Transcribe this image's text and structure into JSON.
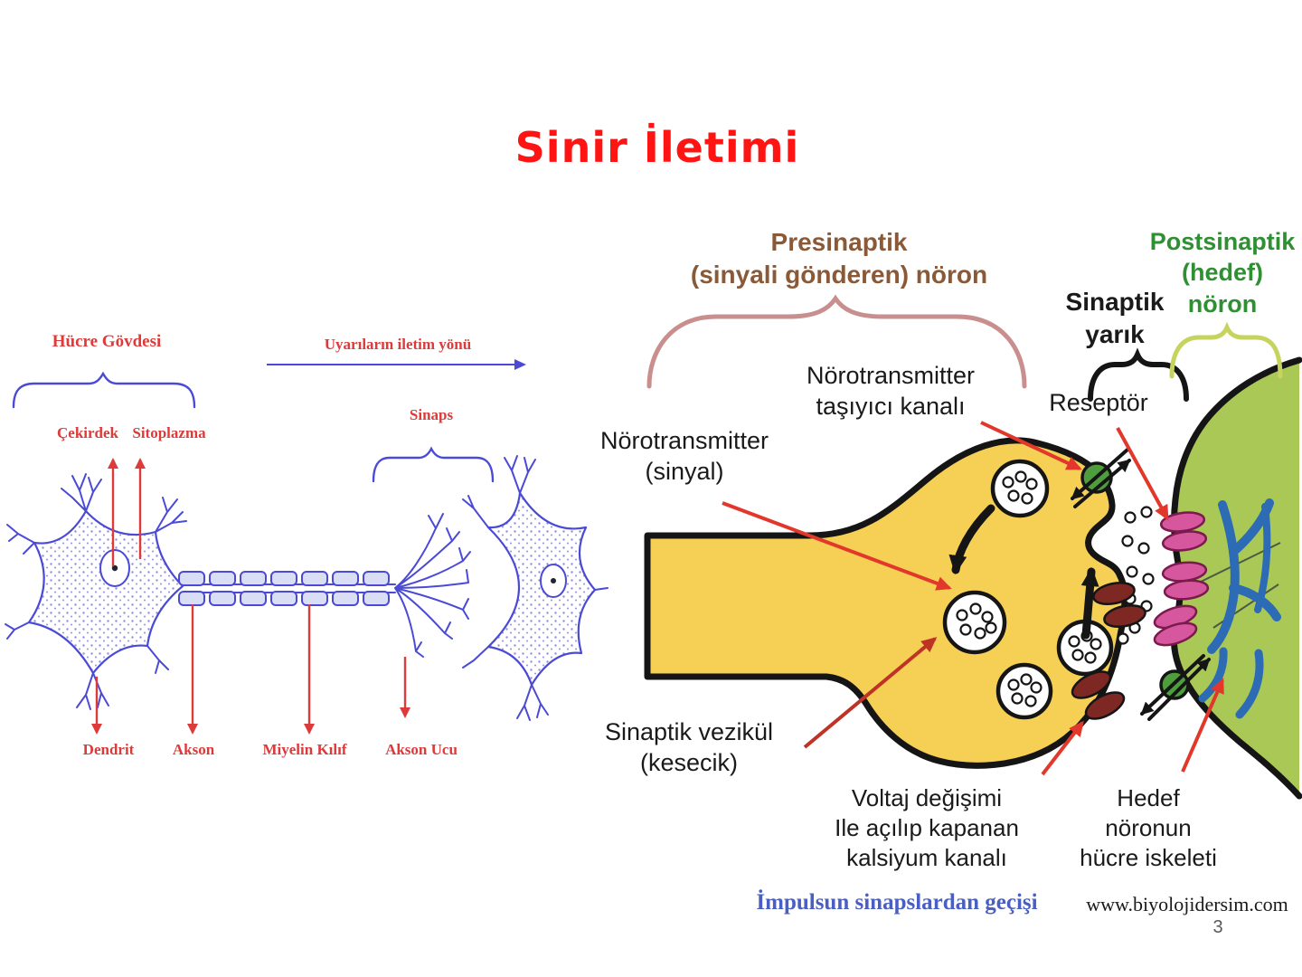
{
  "slide": {
    "title": "Sinir İletimi",
    "page_number": "3"
  },
  "colors": {
    "title-red": "#ff1414",
    "label-red": "#dd3a3a",
    "diagram-blue": "#4a4ad6",
    "arrow-red": "#e2382c",
    "presynaptic-brown": "#8a5a38",
    "brace-rose": "#c98f8f",
    "postsynaptic-green": "#2f8f33",
    "brace-lightgreen": "#c6d45f",
    "terminal-yellow": "#f6d055",
    "target-green": "#a9c855",
    "receptor-pink": "#d6579e",
    "channel-maroon": "#7e2823",
    "transporter-green": "#4f9e3d",
    "cytoskeleton-blue": "#2d6cb5",
    "caption-blue": "#4a5fc1",
    "ink-black": "#151515",
    "page-gray": "#595959"
  },
  "left_diagram": {
    "cell_body": "Hücre Gövdesi",
    "impulse_direction": "Uyarıların iletim yönü",
    "synapse": "Sinaps",
    "nucleus": "Çekirdek",
    "cytoplasm": "Sitoplazma",
    "dendrite": "Dendrit",
    "axon": "Akson",
    "myelin_sheath": "Miyelin Kılıf",
    "axon_terminal": "Akson Ucu"
  },
  "right_diagram": {
    "presynaptic_neuron": "Presinaptik\n(sinyali gönderen) nöron",
    "postsynaptic_neuron": "Postsinaptik\n(hedef)\nnöron",
    "synaptic_cleft": "Sinaptik\nyarık",
    "transporter_channel": "Nörotransmitter\ntaşıyıcı kanalı",
    "receptor": "Reseptör",
    "neurotransmitter_signal": "Nörotransmitter\n(sinyal)",
    "synaptic_vesicle": "Sinaptik vezikül\n(kesecik)",
    "calcium_channel": "Voltaj değişimi\nIle açılıp kapanan\nkalsiyum kanalı",
    "target_cytoskeleton": "Hedef\nnöronun\nhücre iskeleti",
    "caption": "İmpulsun sinapslardan geçişi",
    "website": "www.biyolojidersim.com"
  }
}
